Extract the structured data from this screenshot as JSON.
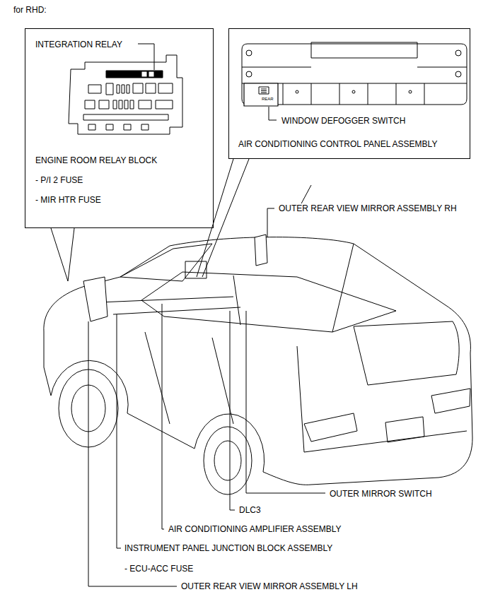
{
  "diagram": {
    "nodes": [
      {
        "text": [
          "INTEGRATION RELAY",
          "ENGINE ROOM RELAY BLOCK",
          "- P/I 2 FUSE",
          "- MIR HTR FUSE"
        ]
      },
      {
        "text": [
          "WINDOW DEFOGGER SWITCH",
          "AIR CONDITIONING CONTROL PANEL ASSEMBLY"
        ]
      }
    ],
    "labels": [
      "for RHD:",
      "REAR",
      "OUTER REAR VIEW MIRROR ASSEMBLY RH",
      "OUTER MIRROR SWITCH",
      "DLC3",
      "AIR CONDITIONING AMPLIFIER ASSEMBLY",
      "INSTRUMENT PANEL JUNCTION BLOCK ASSEMBLY",
      "- ECU-ACC FUSE",
      "OUTER REAR VIEW MIRROR ASSEMBLY LH"
    ]
  }
}
